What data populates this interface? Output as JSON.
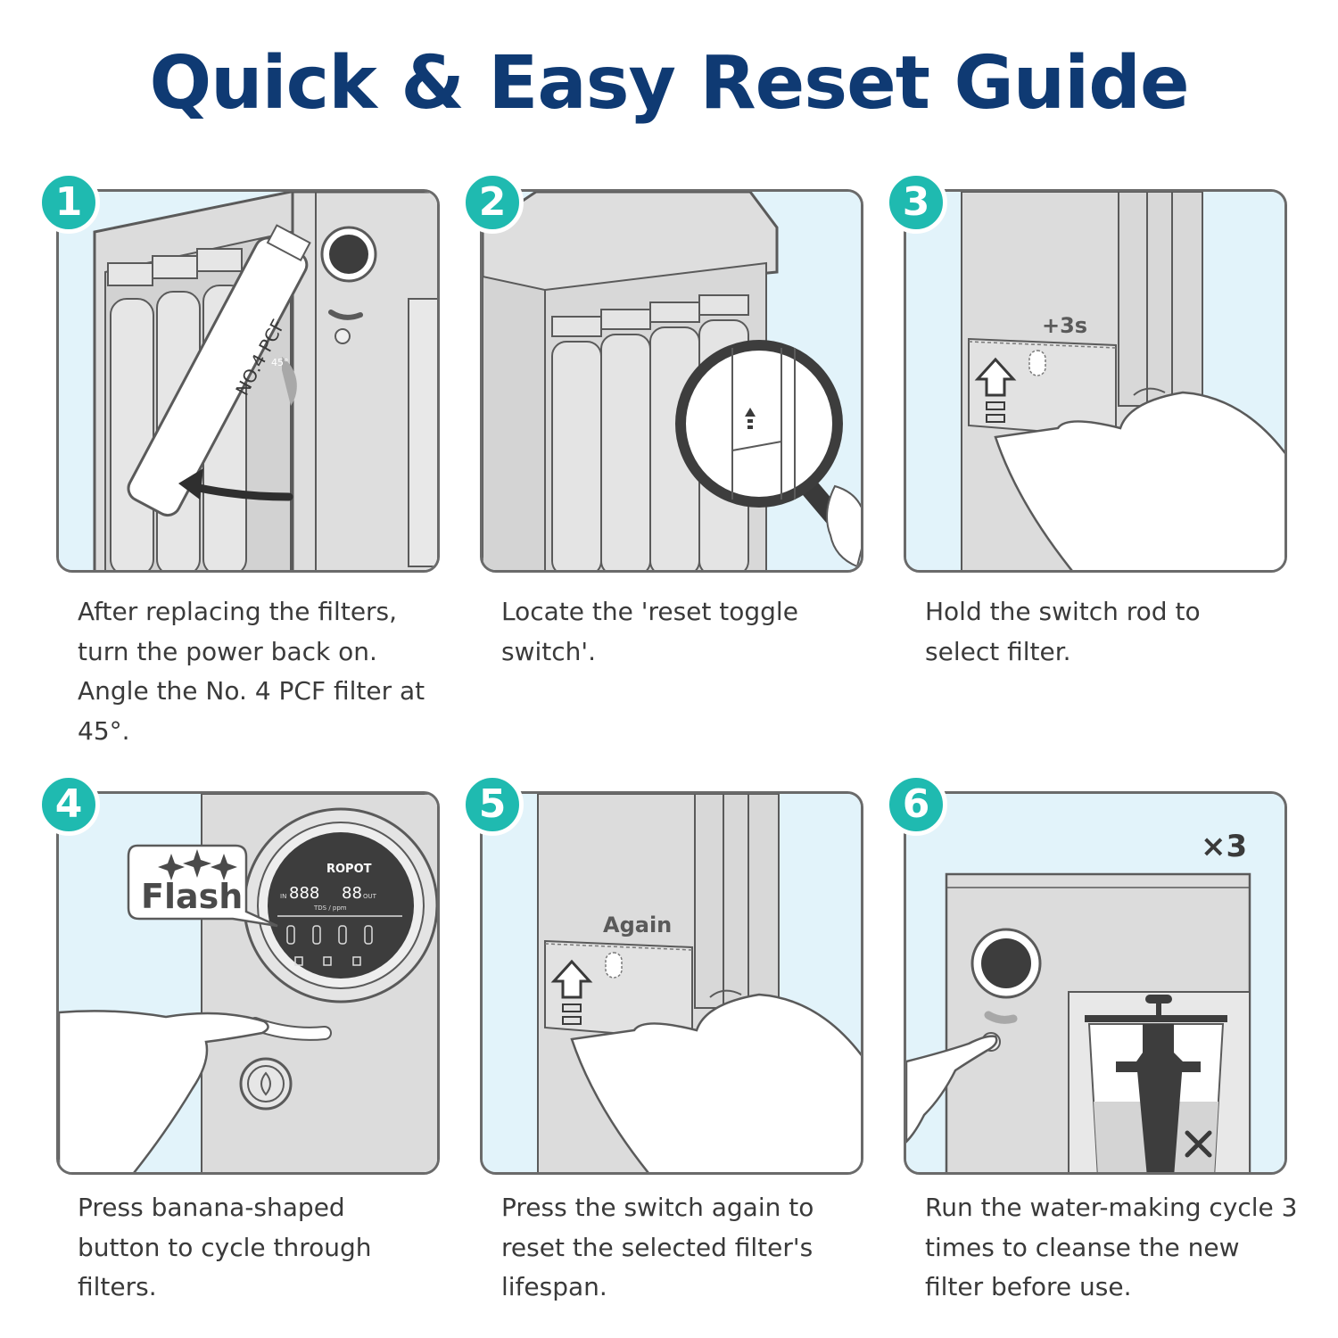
{
  "title": "Quick & Easy Reset Guide",
  "colors": {
    "title": "#0f3a73",
    "badge": "#1fbab0",
    "panel_bg": "#e2f3fa",
    "device": "#dcdcdc",
    "outline": "#5a5a5a"
  },
  "steps": [
    {
      "number": "1",
      "caption": "After replacing the filters, turn the power back on. Angle the No. 4 PCF filter at 45°.",
      "filter_label": "NO.4 PCF",
      "angle_label": "45°",
      "icon": "filter-rotate-arrow-icon"
    },
    {
      "number": "2",
      "caption": "Locate the 'reset toggle switch'.",
      "icon": "magnifier-icon"
    },
    {
      "number": "3",
      "caption": "Hold the switch rod to select filter.",
      "hold_label": "+3s",
      "icon": "up-arrow-switch-icon"
    },
    {
      "number": "4",
      "caption": "Press banana-shaped button to cycle through filters.",
      "flash_label": "Flash",
      "brand": "ROPOT",
      "display": {
        "in_value": "888",
        "out_value": "88",
        "in_label": "IN",
        "out_label": "OUT",
        "unit": "TDS / ppm"
      },
      "icon": "power-icon"
    },
    {
      "number": "5",
      "caption": "Press the switch again to reset the selected filter's lifespan.",
      "again_label": "Again",
      "icon": "up-arrow-switch-icon"
    },
    {
      "number": "6",
      "caption": "Run the water-making cycle 3 times to cleanse the new filter before use.",
      "times_label": "×3",
      "icon": "discard-x-icon"
    }
  ]
}
